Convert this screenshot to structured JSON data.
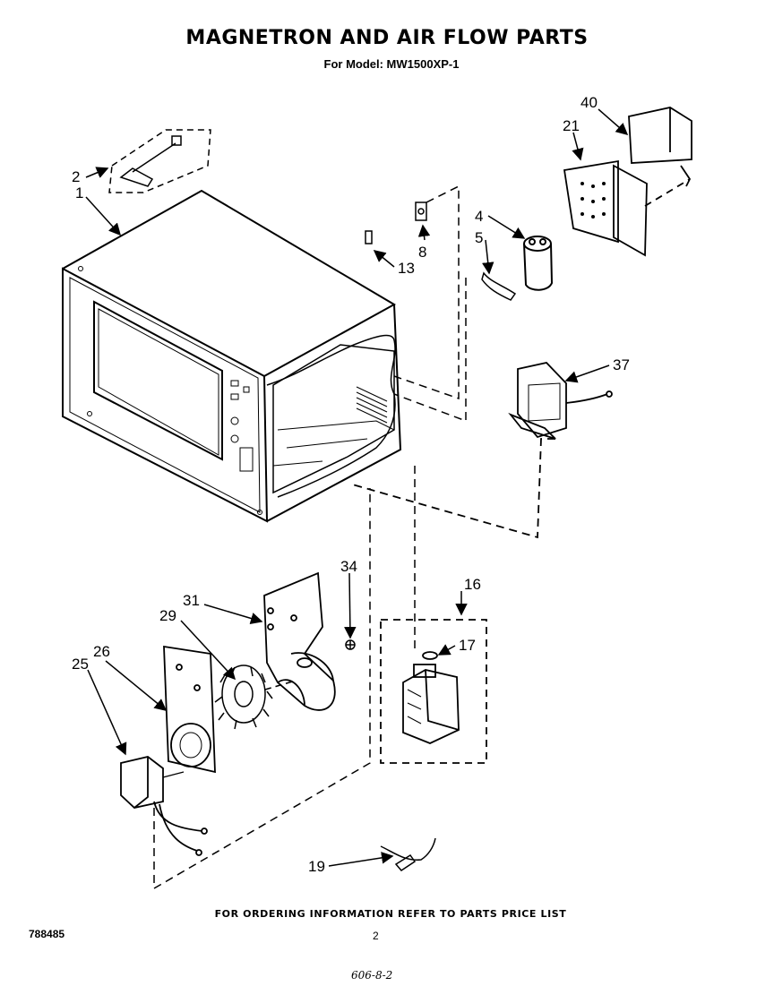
{
  "title": "MAGNETRON AND AIR FLOW PARTS",
  "subtitle": "For Model: MW1500XP-1",
  "callouts": {
    "c1": "1",
    "c2": "2",
    "c4": "4",
    "c5": "5",
    "c8": "8",
    "c13": "13",
    "c16": "16",
    "c17": "17",
    "c19": "19",
    "c21": "21",
    "c25": "25",
    "c26": "26",
    "c29": "29",
    "c31": "31",
    "c34": "34",
    "c37": "37",
    "c40": "40"
  },
  "footer": {
    "ordering_note": "FOR ORDERING INFORMATION REFER TO PARTS PRICE LIST",
    "doc_number": "788485",
    "page_number": "2",
    "handwritten_note": "606-8-2"
  }
}
